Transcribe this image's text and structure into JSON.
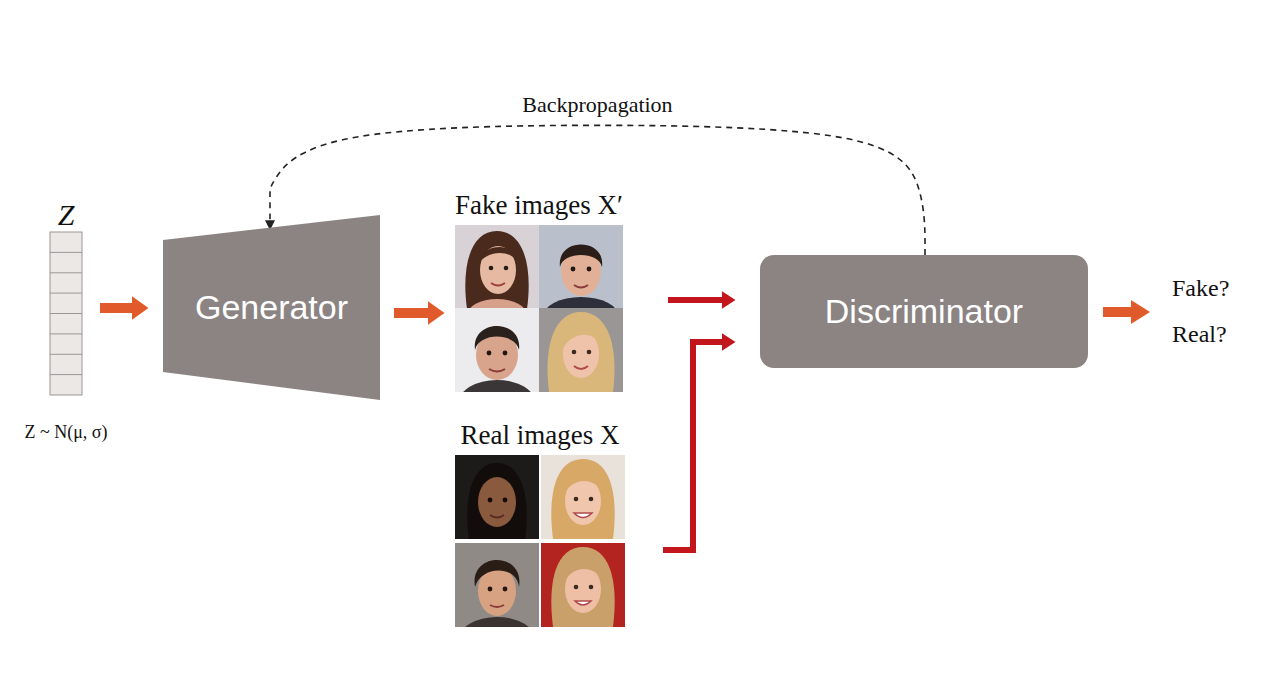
{
  "diagram": {
    "nodes": [
      {
        "text": [
          "Z",
          "Z ~ N(μ, σ)"
        ]
      },
      {
        "text": [
          "Generator"
        ]
      },
      {
        "text": [
          "Fake images X′"
        ]
      },
      {
        "text": [
          "Real images X"
        ]
      },
      {
        "text": [
          "Discriminator"
        ]
      }
    ],
    "edges": [
      {
        "from": 0,
        "to": 1,
        "arrow": "to"
      },
      {
        "from": 1,
        "to": 2,
        "arrow": "to"
      },
      {
        "from": 2,
        "to": 4,
        "arrow": "to"
      },
      {
        "from": 3,
        "to": 4,
        "arrow": "to"
      },
      {
        "from": 4,
        "to": 1,
        "arrow": "to",
        "label": "Backpropagation"
      }
    ],
    "labels": [
      "Fake? Real?"
    ]
  }
}
